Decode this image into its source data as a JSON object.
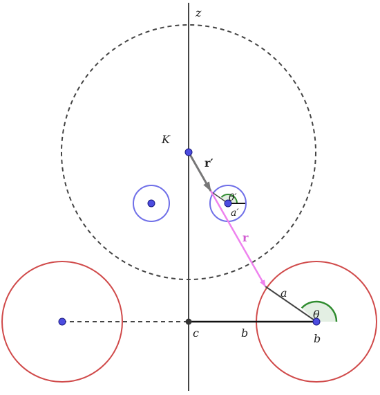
{
  "labels": {
    "z": "z",
    "K": "K",
    "r_prime": "r′",
    "theta_prime": "θ′",
    "a_prime": "a′",
    "r": "r",
    "a": "a",
    "theta": "θ",
    "c": "c",
    "b_segment": "b",
    "b_point": "b"
  },
  "colors": {
    "axis": "#444444",
    "dashed_circle": "#444444",
    "red_circle": "#d04a4a",
    "blue_circle": "#6f6fe8",
    "point_fill": "#4c4ce0",
    "pink_vector": "#ee82ee",
    "gray_vector": "#777777",
    "angle_green": "#2e8b2e",
    "angle_fill": "#e3efe3"
  }
}
